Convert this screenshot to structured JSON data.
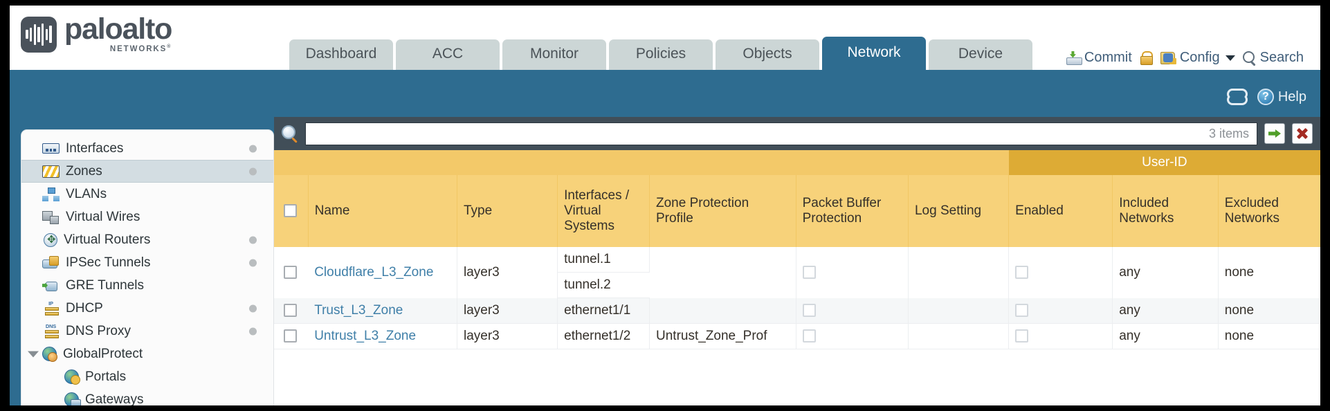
{
  "brand": {
    "name": "paloalto",
    "tagline": "NETWORKS",
    "registered": "®"
  },
  "nav": {
    "tabs": [
      {
        "label": "Dashboard",
        "active": false
      },
      {
        "label": "ACC",
        "active": false
      },
      {
        "label": "Monitor",
        "active": false
      },
      {
        "label": "Policies",
        "active": false
      },
      {
        "label": "Objects",
        "active": false
      },
      {
        "label": "Network",
        "active": true
      },
      {
        "label": "Device",
        "active": false
      }
    ]
  },
  "utility": {
    "commit": "Commit",
    "lock_icon": "lock-icon",
    "config": "Config",
    "search": "Search"
  },
  "toolbar": {
    "refresh_icon": "refresh-icon",
    "help": "Help",
    "help_icon": "question-mark-icon"
  },
  "sidebar": {
    "items": [
      {
        "label": "Interfaces",
        "icon": "interfaces-icon",
        "dot": true,
        "selected": false,
        "sub": false,
        "expander": false
      },
      {
        "label": "Zones",
        "icon": "zones-icon",
        "dot": true,
        "selected": true,
        "sub": false,
        "expander": false
      },
      {
        "label": "VLANs",
        "icon": "vlans-icon",
        "dot": false,
        "selected": false,
        "sub": false,
        "expander": false
      },
      {
        "label": "Virtual Wires",
        "icon": "virtual-wires-icon",
        "dot": false,
        "selected": false,
        "sub": false,
        "expander": false
      },
      {
        "label": "Virtual Routers",
        "icon": "virtual-routers-icon",
        "dot": true,
        "selected": false,
        "sub": false,
        "expander": false
      },
      {
        "label": "IPSec Tunnels",
        "icon": "ipsec-tunnels-icon",
        "dot": true,
        "selected": false,
        "sub": false,
        "expander": false
      },
      {
        "label": "GRE Tunnels",
        "icon": "gre-tunnels-icon",
        "dot": false,
        "selected": false,
        "sub": false,
        "expander": false
      },
      {
        "label": "DHCP",
        "icon": "dhcp-icon",
        "dot": true,
        "selected": false,
        "sub": false,
        "expander": false
      },
      {
        "label": "DNS Proxy",
        "icon": "dns-proxy-icon",
        "dot": true,
        "selected": false,
        "sub": false,
        "expander": false
      },
      {
        "label": "GlobalProtect",
        "icon": "globalprotect-icon",
        "dot": false,
        "selected": false,
        "sub": false,
        "expander": true
      },
      {
        "label": "Portals",
        "icon": "portals-icon",
        "dot": false,
        "selected": false,
        "sub": true,
        "expander": false
      },
      {
        "label": "Gateways",
        "icon": "gateways-icon",
        "dot": false,
        "selected": false,
        "sub": true,
        "expander": false
      }
    ]
  },
  "filter": {
    "search_icon": "magnifier-icon",
    "value": "",
    "placeholder": "",
    "item_count": "3 items",
    "apply_icon": "apply-filter-arrow-icon",
    "clear_icon": "clear-filter-x-icon"
  },
  "table": {
    "group_header": "User-ID",
    "columns": [
      "Name",
      "Type",
      "Interfaces / Virtual Systems",
      "Zone Protection Profile",
      "Packet Buffer Protection",
      "Log Setting",
      "Enabled",
      "Included Networks",
      "Excluded Networks"
    ],
    "rows": [
      {
        "selected": false,
        "name": "Cloudflare_L3_Zone",
        "type": "layer3",
        "interfaces": [
          "tunnel.1",
          "tunnel.2"
        ],
        "zone_protection_profile": "",
        "packet_buffer_protection": false,
        "log_setting": "",
        "userid_enabled": false,
        "included_networks": "any",
        "excluded_networks": "none"
      },
      {
        "selected": false,
        "name": "Trust_L3_Zone",
        "type": "layer3",
        "interfaces": [
          "ethernet1/1"
        ],
        "zone_protection_profile": "",
        "packet_buffer_protection": false,
        "log_setting": "",
        "userid_enabled": false,
        "included_networks": "any",
        "excluded_networks": "none"
      },
      {
        "selected": false,
        "name": "Untrust_L3_Zone",
        "type": "layer3",
        "interfaces": [
          "ethernet1/2"
        ],
        "zone_protection_profile": "Untrust_Zone_Prof",
        "packet_buffer_protection": false,
        "log_setting": "",
        "userid_enabled": false,
        "included_networks": "any",
        "excluded_networks": "none"
      }
    ]
  },
  "colors": {
    "brand_slate": "#4a525b",
    "nav_active": "#2e6c90",
    "nav_inactive": "#ccd6d6",
    "body_blue": "#2e6c90",
    "header_gold": "#f7d27a",
    "group_gold": "#ddab35",
    "filter_dark": "#414e58",
    "link_blue": "#3f7fa8"
  }
}
